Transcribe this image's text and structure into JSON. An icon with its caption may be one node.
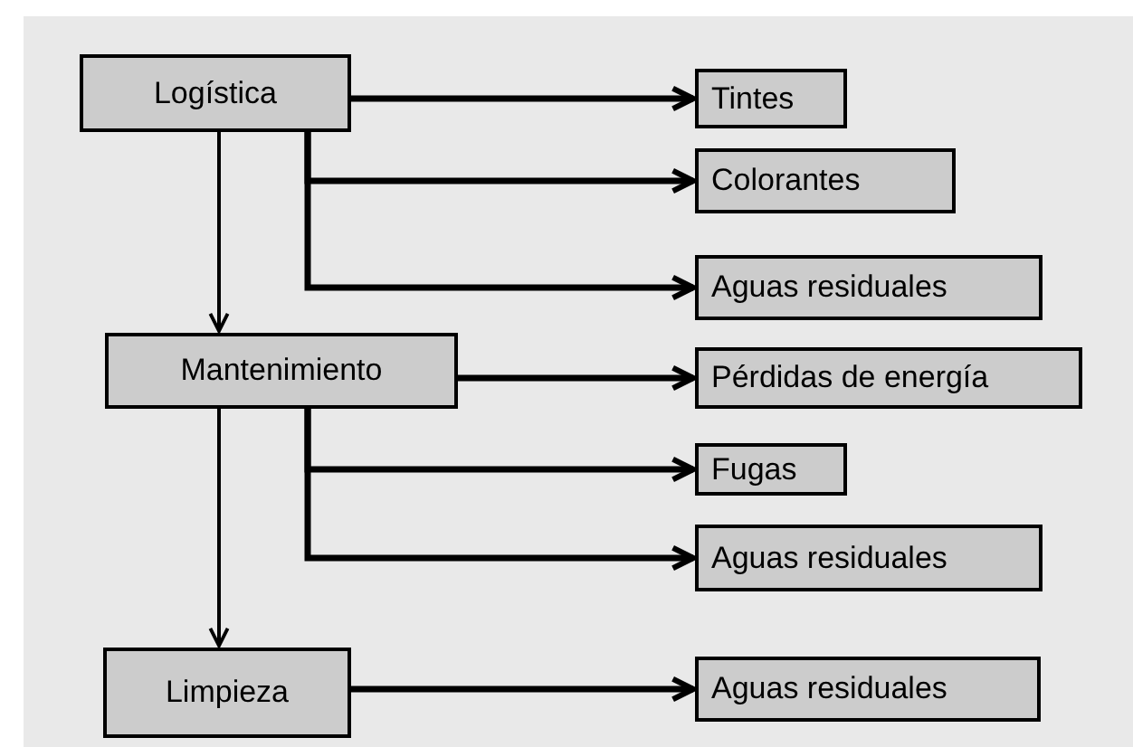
{
  "diagram": {
    "nodes": [
      {
        "text": [
          "Logística"
        ]
      },
      {
        "text": [
          "Tintes"
        ]
      },
      {
        "text": [
          "Colorantes"
        ]
      },
      {
        "text": [
          "Aguas residuales"
        ]
      },
      {
        "text": [
          "Mantenimiento"
        ]
      },
      {
        "text": [
          "Pérdidas de energía"
        ]
      },
      {
        "text": [
          "Fugas"
        ]
      },
      {
        "text": [
          "Aguas residuales"
        ]
      },
      {
        "text": [
          "Limpieza"
        ]
      },
      {
        "text": [
          "Aguas residuales"
        ]
      }
    ],
    "edges": [
      {
        "from": 0,
        "to": 1,
        "arrow": "to"
      },
      {
        "from": 0,
        "to": 2,
        "arrow": "to"
      },
      {
        "from": 0,
        "to": 3,
        "arrow": "to"
      },
      {
        "from": 0,
        "to": 4,
        "arrow": "to"
      },
      {
        "from": 4,
        "to": 5,
        "arrow": "to"
      },
      {
        "from": 4,
        "to": 6,
        "arrow": "to"
      },
      {
        "from": 4,
        "to": 7,
        "arrow": "to"
      },
      {
        "from": 4,
        "to": 8,
        "arrow": "to"
      },
      {
        "from": 8,
        "to": 9,
        "arrow": "to"
      }
    ]
  }
}
